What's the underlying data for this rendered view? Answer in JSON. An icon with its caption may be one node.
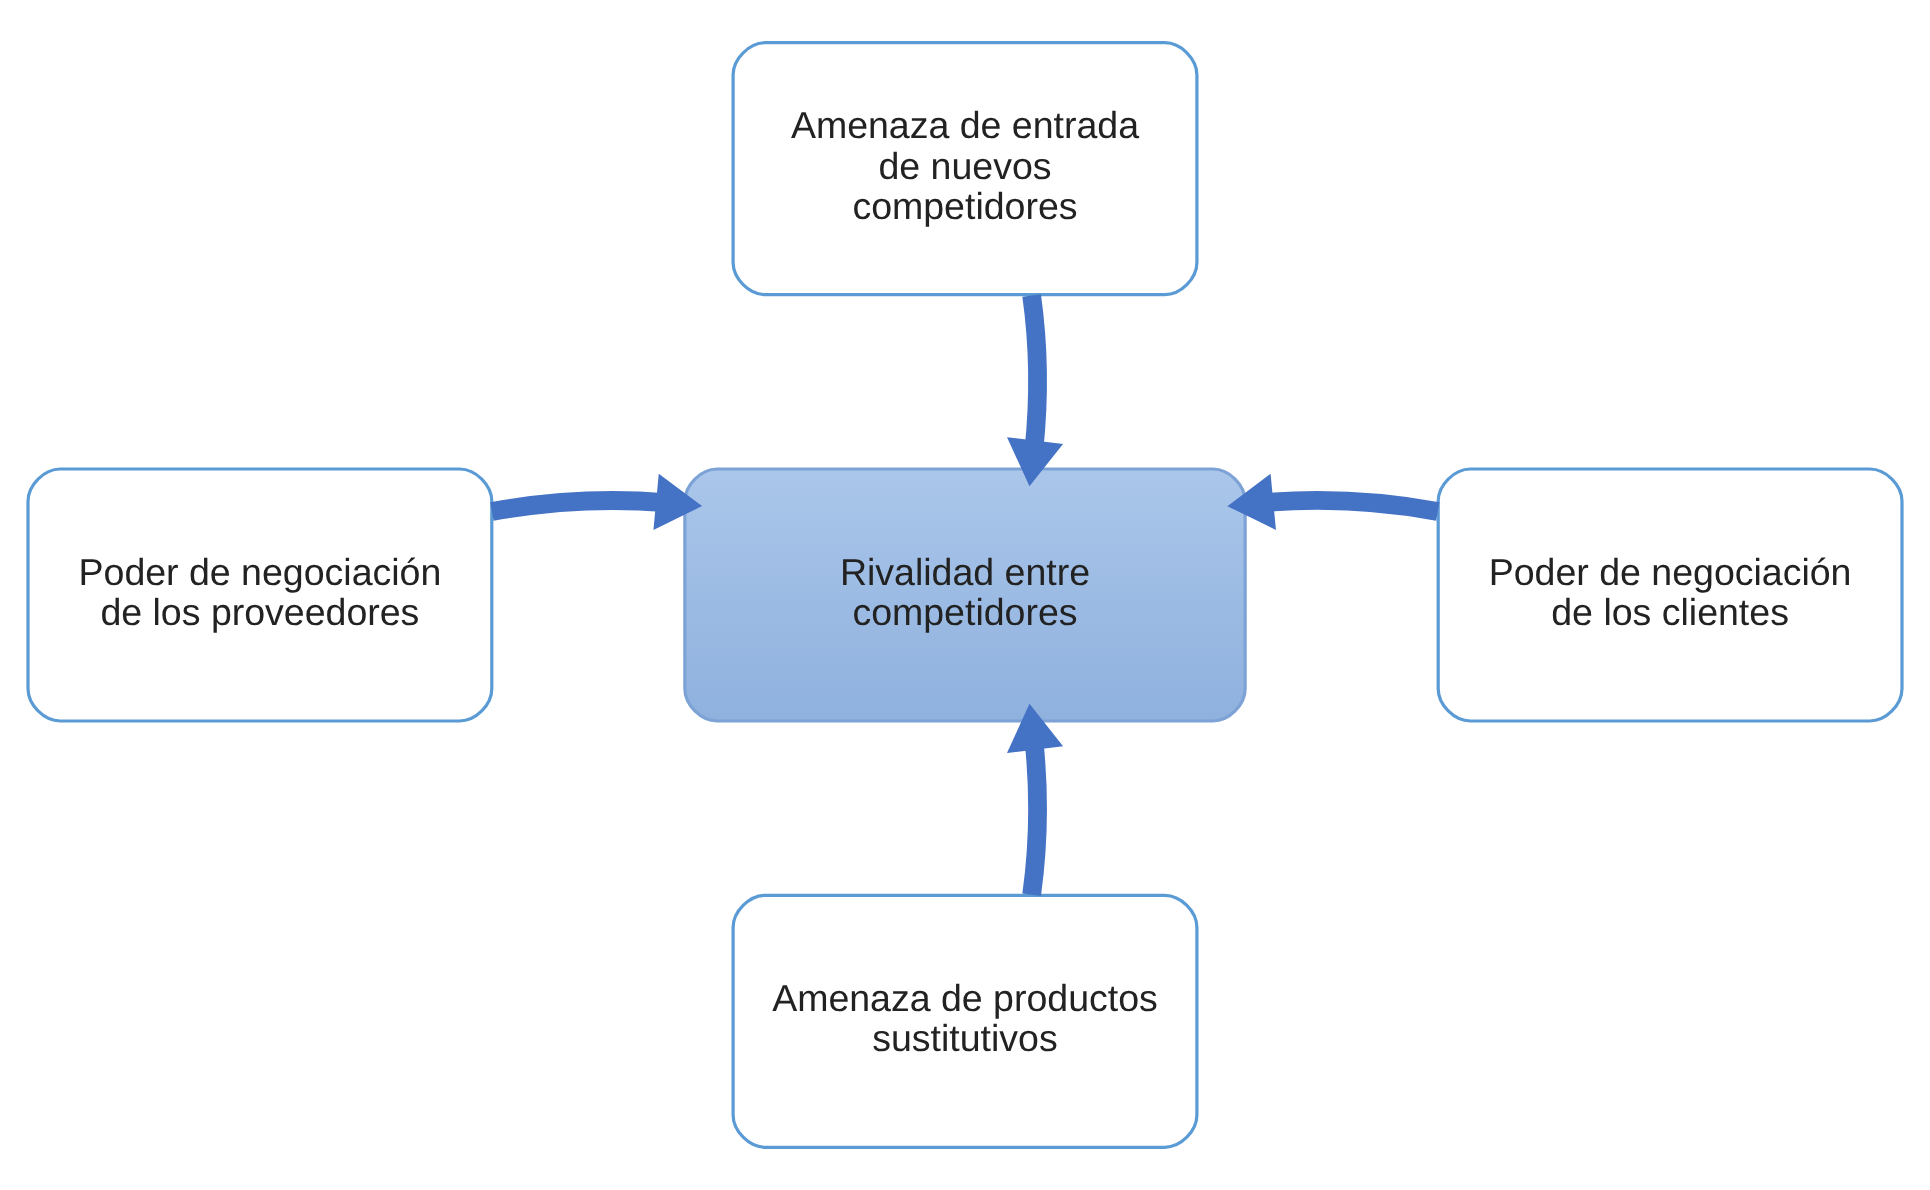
{
  "diagram": {
    "nodes": [
      {
        "text": [
          "Amenaza de entrada de nuevos competidores"
        ]
      },
      {
        "text": [
          "Poder de negociación de los proveedores"
        ]
      },
      {
        "text": [
          "Rivalidad entre competidores"
        ]
      },
      {
        "text": [
          "Poder de negociación de los clientes"
        ]
      },
      {
        "text": [
          "Amenaza de productos sustitutivos"
        ]
      }
    ],
    "edges": [
      {
        "from": 0,
        "to": 2,
        "arrow": "to"
      },
      {
        "from": 1,
        "to": 2,
        "arrow": "to"
      },
      {
        "from": 3,
        "to": 2,
        "arrow": "to"
      },
      {
        "from": 4,
        "to": 2,
        "arrow": "to"
      }
    ]
  }
}
